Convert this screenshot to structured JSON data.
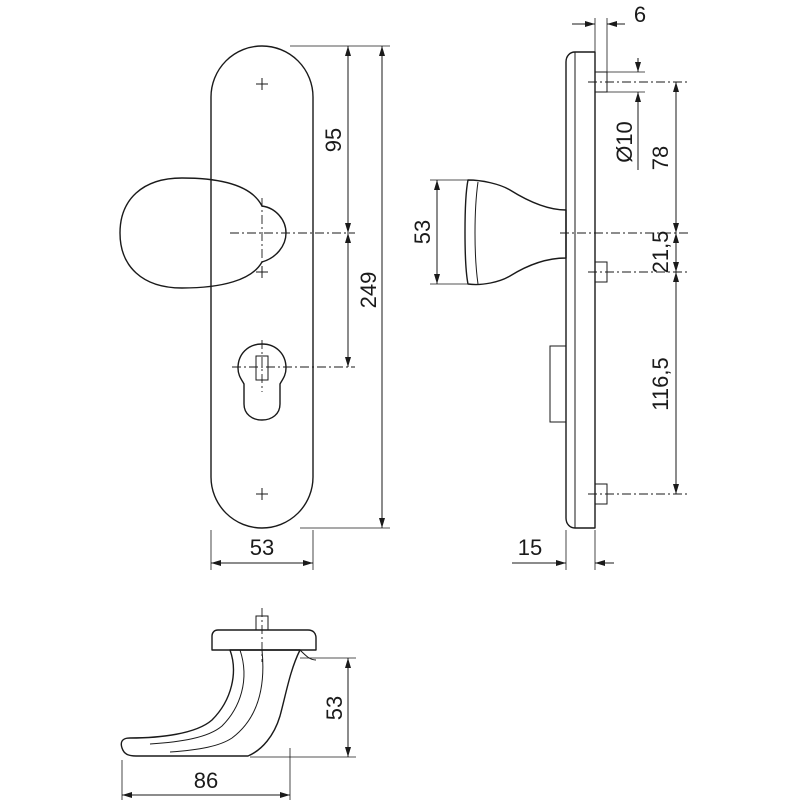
{
  "dimensions": {
    "front_plate_width": "53",
    "knob_to_cylinder": "95",
    "plate_height": "249",
    "pin_offset": "6",
    "pin_diameter": "Ø10",
    "top_to_knob": "78",
    "knob_diameter": "53",
    "knob_to_pin": "21,5",
    "pin_to_pin": "116,5",
    "plate_thickness": "15",
    "lever_height": "53",
    "lever_length": "86"
  }
}
